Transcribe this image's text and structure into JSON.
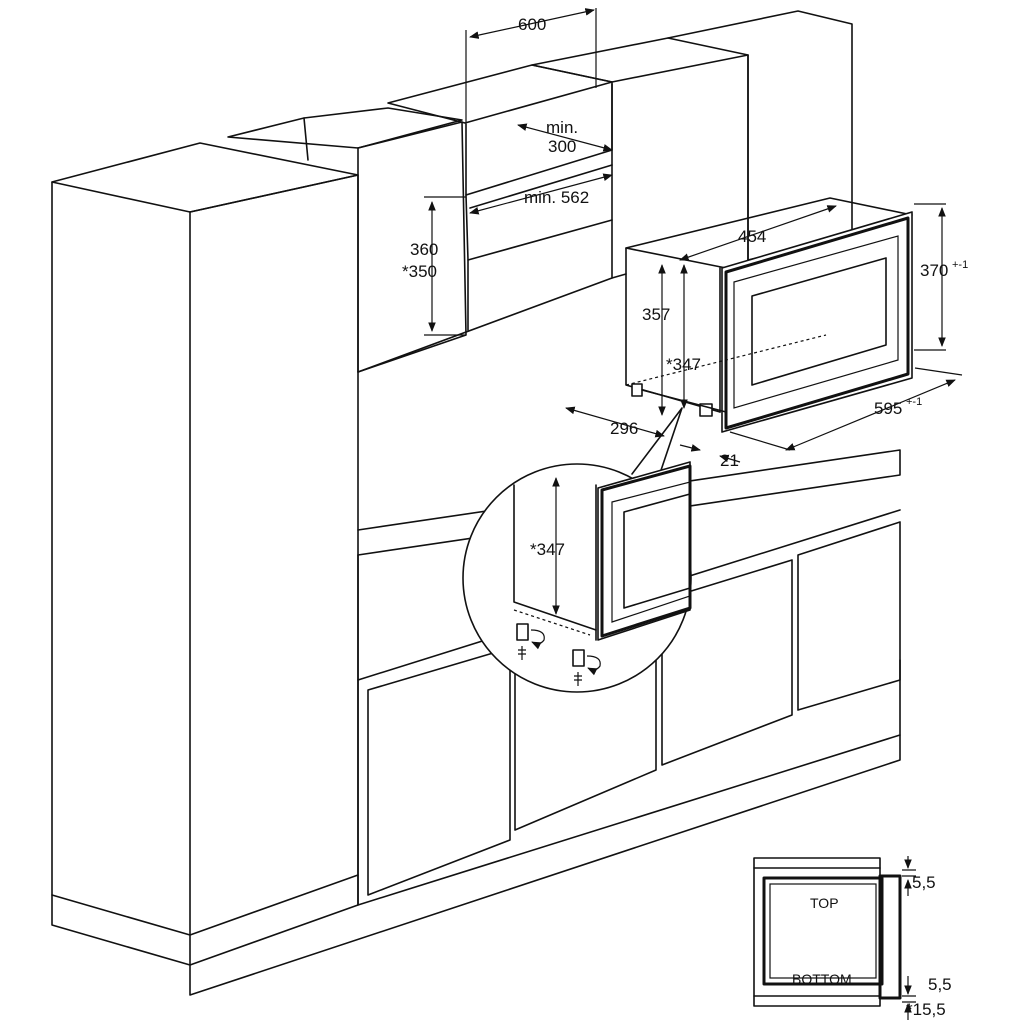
{
  "dimensions": {
    "niche_width": "600",
    "min_depth_1": "min.",
    "min_depth_2": "300",
    "min_width": "min. 562",
    "niche_height_1": "360",
    "niche_height_2": "*350",
    "appliance_depth": "454",
    "appliance_height_front": "370",
    "appliance_height_front_tol": "+-1",
    "body_height": "357",
    "body_height_alt": "*347",
    "foot_depth": "296",
    "appliance_width": "595",
    "appliance_width_tol": "+-1",
    "panel_thickness": "21",
    "detail_height": "*347"
  },
  "front_view": {
    "top_gap": "5,5",
    "top_label": "TOP",
    "bottom_label": "BOTTOM",
    "bottom_gap": "5,5",
    "bottom_gap_alt": "*15,5"
  }
}
